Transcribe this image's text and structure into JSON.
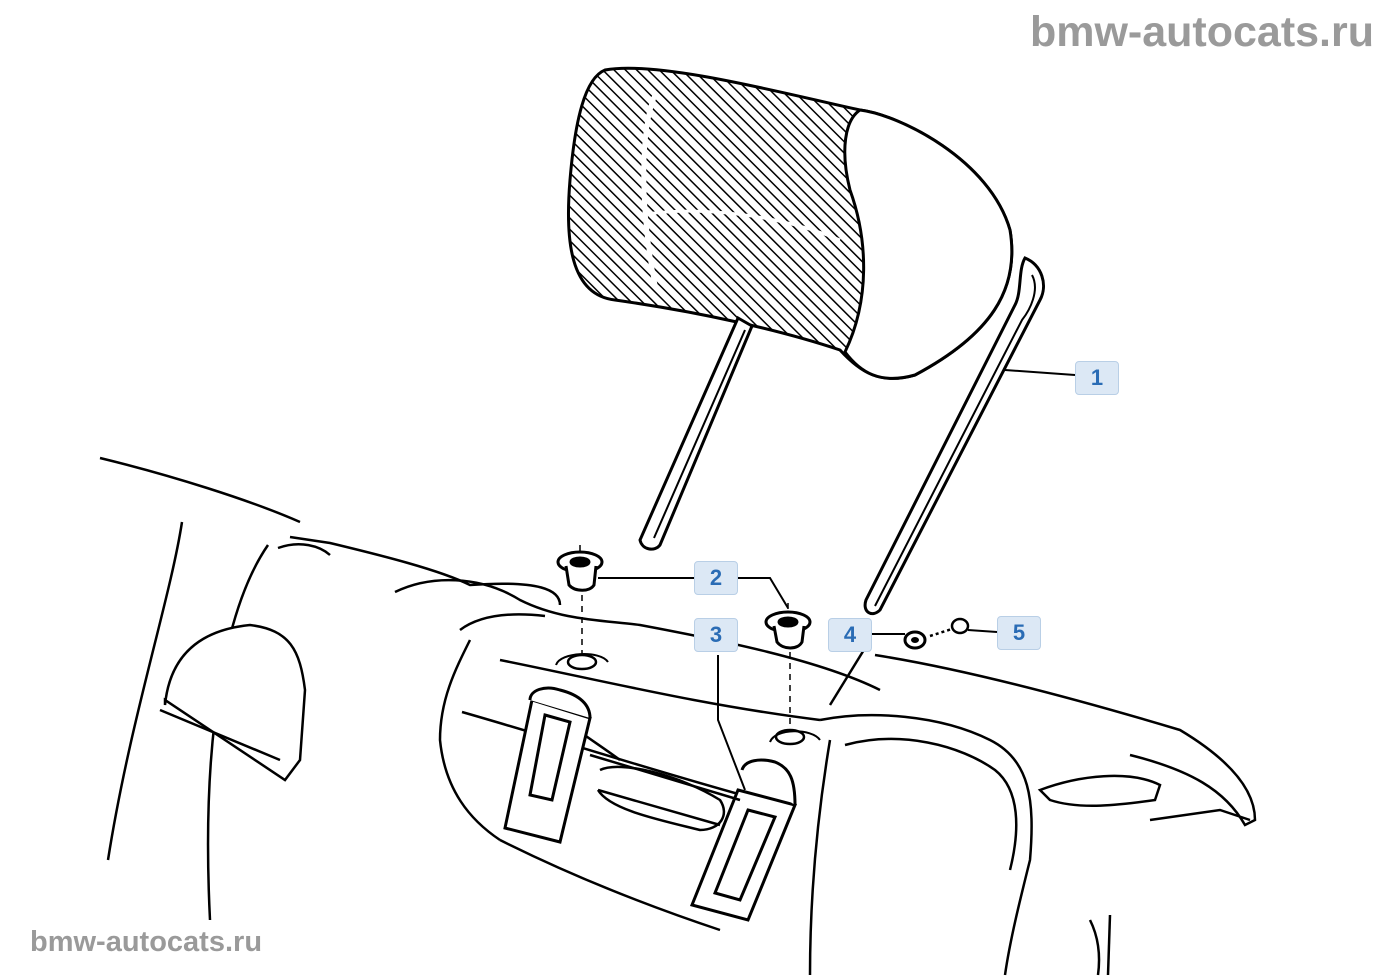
{
  "watermarks": {
    "top": "bmw-autocats.ru",
    "bottom": "bmw-autocats.ru"
  },
  "callouts": [
    {
      "id": "1",
      "label": "1"
    },
    {
      "id": "2",
      "label": "2"
    },
    {
      "id": "3",
      "label": "3"
    },
    {
      "id": "4",
      "label": "4"
    },
    {
      "id": "5",
      "label": "5"
    }
  ],
  "colors": {
    "line": "#000000",
    "callout_bg": "#dce8f5",
    "callout_text": "#2a6cb5",
    "watermark": "#9a9a9a"
  }
}
